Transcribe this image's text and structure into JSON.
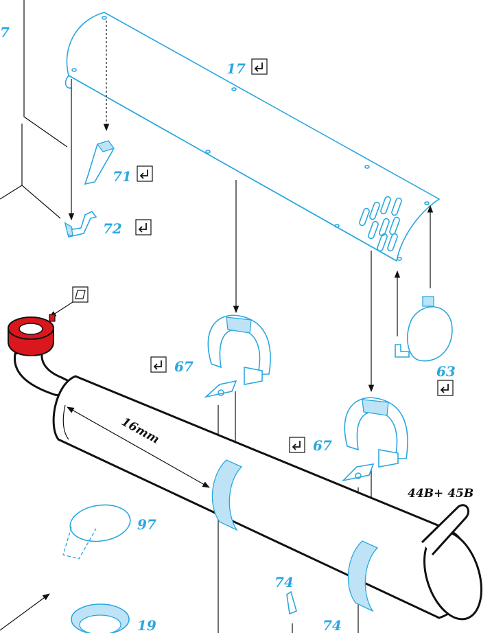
{
  "parts": {
    "p17": {
      "number": "17"
    },
    "p71": {
      "number": "71"
    },
    "p72": {
      "number": "72"
    },
    "p67a": {
      "number": "67"
    },
    "p67b": {
      "number": "67"
    },
    "p63": {
      "number": "63"
    },
    "p97": {
      "number": "97"
    },
    "p19": {
      "number": "19"
    },
    "p74a": {
      "number": "74"
    },
    "p74b": {
      "number": "74"
    },
    "edge_top_left": {
      "number": "7"
    }
  },
  "labels": {
    "dimension": "16mm",
    "tailpipe_ref": "44B+ 45B"
  },
  "icons": {
    "refit": "return-arrow-icon",
    "gasket": "parallelogram-icon"
  },
  "colors": {
    "part_blue": "#29a7df",
    "band_blue": "#bfe3f6",
    "flange_red": "#d9171c",
    "ink": "#111111"
  }
}
